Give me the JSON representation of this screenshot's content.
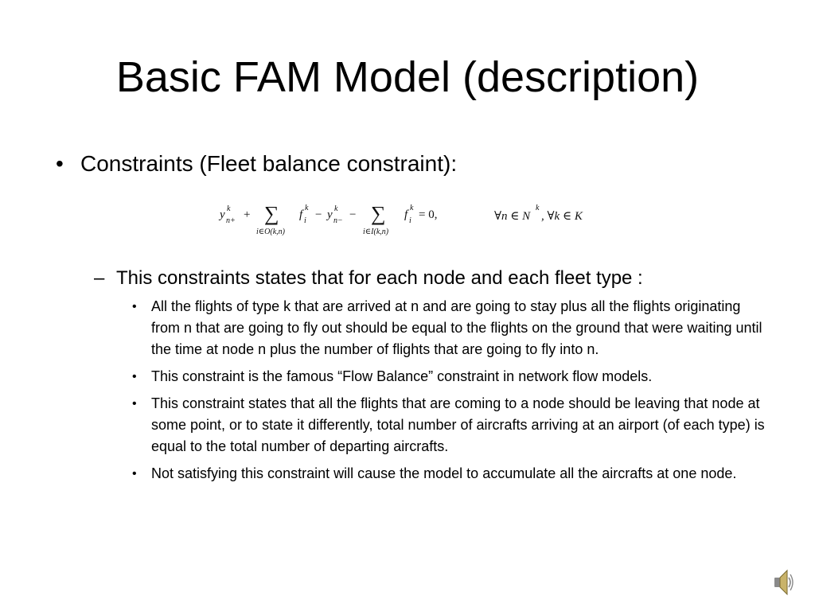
{
  "slide": {
    "title": "Basic FAM Model (description)",
    "level1": {
      "bullet": "•",
      "text": "Constraints (Fleet balance constraint):"
    },
    "formula": {
      "y1": "y",
      "y1_sup": "k",
      "y1_sub": "n+",
      "plus": "+",
      "sigma1": "∑",
      "sigma1_sub": "i∈O(k,n)",
      "f1": "f",
      "f1_sup": "k",
      "f1_sub": "i",
      "minus1": "−",
      "y2": "y",
      "y2_sup": "k",
      "y2_sub": "n−",
      "minus2": "−",
      "sigma2": "∑",
      "sigma2_sub": "i∈I(k,n)",
      "f2": "f",
      "f2_sup": "k",
      "f2_sub": "i",
      "equals_zero": "= 0,",
      "quantifier": "∀n ∈ N",
      "quantifier_sup": "k",
      "quantifier_tail": ", ∀k ∈ K"
    },
    "level2": {
      "dash": "–",
      "text": "This constraints states that for each node and each fleet type :"
    },
    "level3": [
      {
        "bullet": "•",
        "text": "All the flights of type k that are arrived at n and are going to stay plus all the flights originating from n that are going to fly out should be equal to the flights on the ground that were waiting until the time at node n plus the number of flights that are going to fly into n."
      },
      {
        "bullet": "•",
        "text": "This constraint is the famous “Flow Balance” constraint in network flow models."
      },
      {
        "bullet": "•",
        "text": "This constraint states that all the flights that are coming to a node should be leaving that node at some point, or to state it differently, total number of aircrafts arriving at an airport (of each type) is equal to the total number of departing aircrafts."
      },
      {
        "bullet": "•",
        "text": "Not satisfying this constraint will cause the model to accumulate all the aircrafts at one node."
      }
    ],
    "icons": {
      "audio": "speaker-icon"
    },
    "colors": {
      "background": "#ffffff",
      "text": "#000000",
      "speaker_body": "#c9b36a",
      "speaker_cone": "#8a8a8a"
    }
  }
}
